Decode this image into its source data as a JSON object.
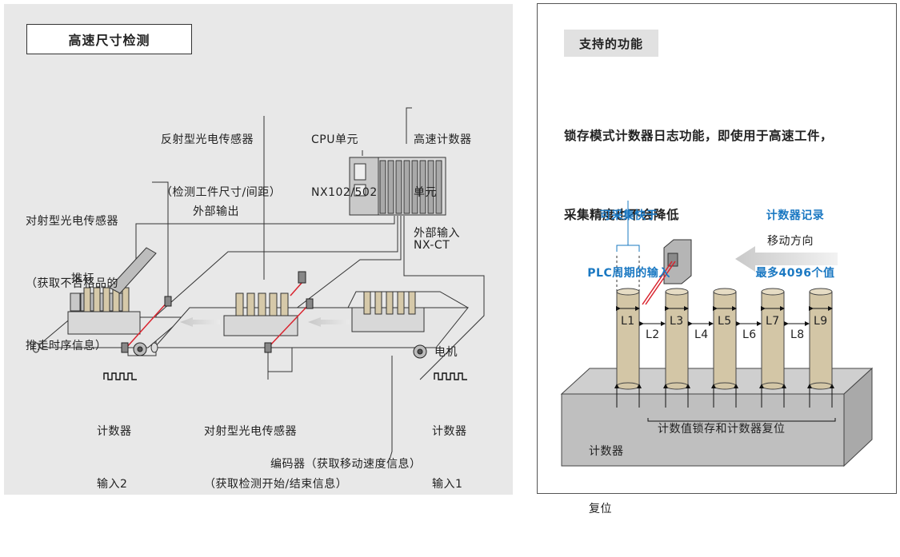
{
  "left": {
    "title": "高速尺寸检测",
    "reflective_sensor": [
      "反射型光电传感器",
      "（检测工件尺寸/间距）"
    ],
    "cpu_unit": [
      "CPU单元",
      "NX102/502"
    ],
    "counter_unit": [
      "高速计数器",
      "单元",
      "NX-CT"
    ],
    "through_sensor_top": [
      "对射型光电传感器",
      "（获取不合格品的",
      "推走时序信息）"
    ],
    "external_output": "外部输出",
    "external_input": "外部输入",
    "pusher": "推杆",
    "motor": "电机",
    "counter_input2": [
      "计数器",
      "输入2"
    ],
    "counter_input1": [
      "计数器",
      "输入1"
    ],
    "through_sensor_bottom": [
      "对射型光电传感器",
      "（获取检测开始/结束信息）"
    ],
    "encoder": "编码器（获取移动速度信息）"
  },
  "right": {
    "title": "支持的功能",
    "description": [
      "锁存模式计数器日志功能，即使用于高速工件，",
      "采集精度也不会降低"
    ],
    "callout_left": [
      "可采集快于",
      "PLC周期的输入"
    ],
    "callout_right": [
      "计数器记录",
      "最多4096个值"
    ],
    "direction": "移动方向",
    "lengths": [
      "L1",
      "L2",
      "L3",
      "L4",
      "L5",
      "L6",
      "L7",
      "L8",
      "L9"
    ],
    "reset_label": [
      "计数器",
      "复位"
    ],
    "latch_label": "计数值锁存和计数器复位"
  },
  "colors": {
    "accent_blue": "#1a78c2",
    "laser_red": "#d9232e",
    "pillar": "#d3c6a6",
    "panel_gray": "#e8e8e8"
  }
}
